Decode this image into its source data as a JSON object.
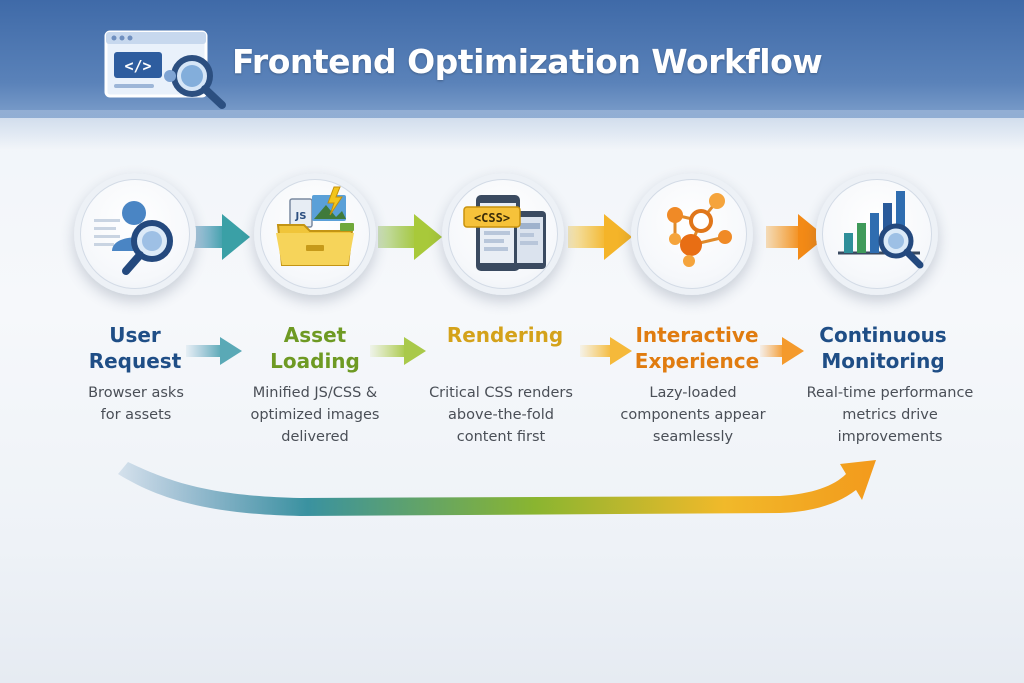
{
  "header": {
    "title": "Frontend Optimization Workflow",
    "logo_code_glyph": "</>"
  },
  "steps": [
    {
      "title_line1": "User",
      "title_line2": "Request",
      "description": [
        "Browser asks",
        "for assets"
      ],
      "icon": "user-search-icon",
      "color": "#1f4e86"
    },
    {
      "title_line1": "Asset",
      "title_line2": "Loading",
      "description": [
        "Minified JS/CSS &",
        "optimized images",
        "delivered"
      ],
      "icon": "asset-folder-icon",
      "color": "#6e9a23",
      "icon_text": "JS"
    },
    {
      "title_line1": "Rendering",
      "title_line2": "",
      "description": [
        "Critical CSS renders",
        "above-the-fold",
        "content first"
      ],
      "icon": "device-css-icon",
      "color": "#d4a21a",
      "icon_text": "<CSS>"
    },
    {
      "title_line1": "Interactive",
      "title_line2": "Experience",
      "description": [
        "Lazy-loaded",
        "components appear",
        "seamlessly"
      ],
      "icon": "network-nodes-icon",
      "color": "#e07c10"
    },
    {
      "title_line1": "Continuous",
      "title_line2": "Monitoring",
      "description": [
        "Real-time performance",
        "metrics drive",
        "improvements"
      ],
      "icon": "chart-search-icon",
      "color": "#1f4e86"
    }
  ],
  "colors": {
    "blue": "#2f6db0",
    "teal": "#3aa0a6",
    "green": "#7fb52e",
    "yellow": "#f1c12c",
    "orange": "#f39a1c"
  }
}
